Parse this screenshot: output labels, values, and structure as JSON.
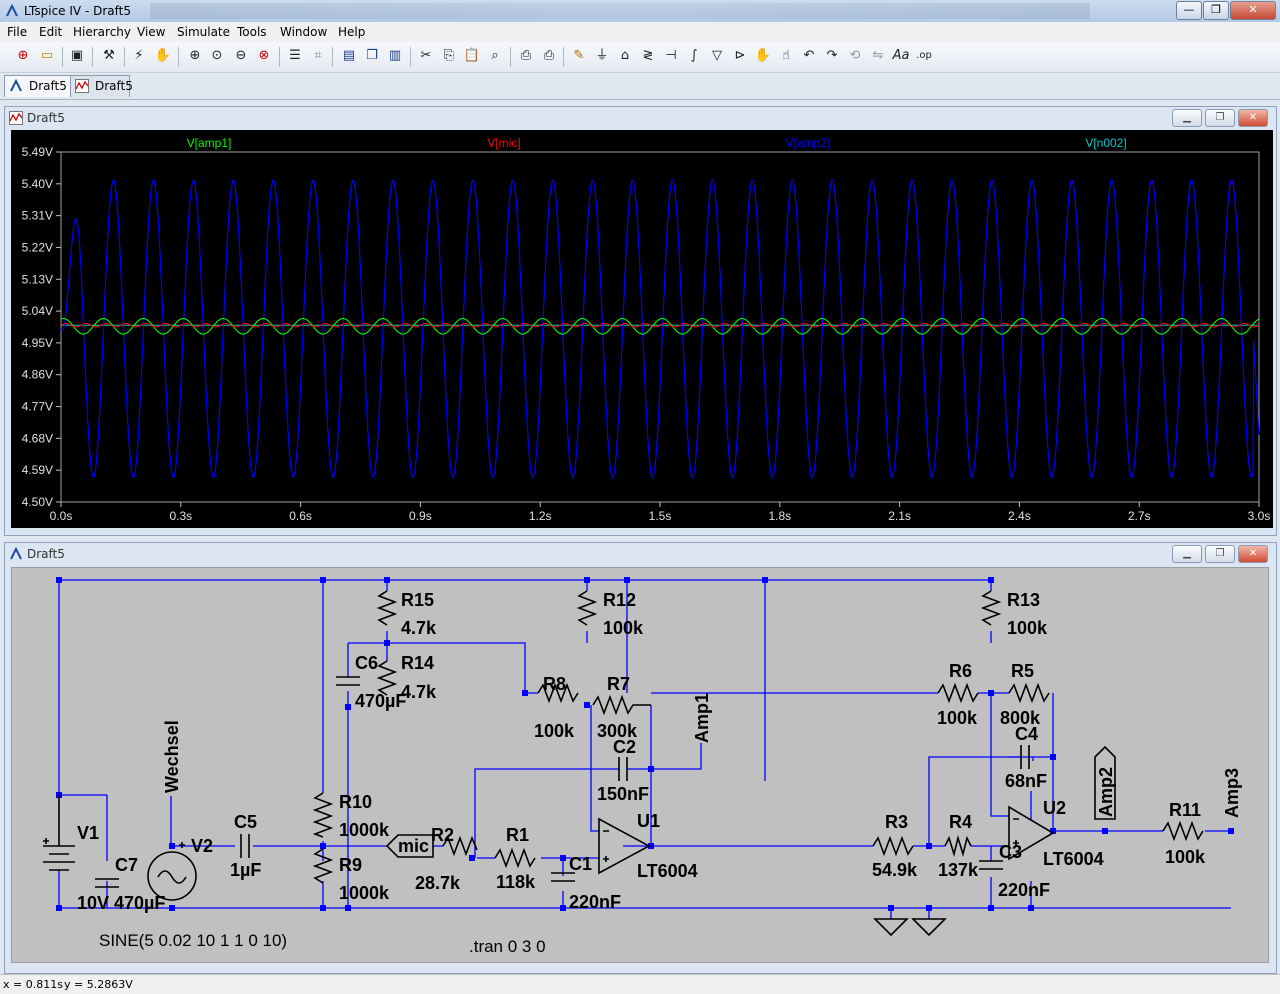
{
  "window": {
    "title": "LTspice IV - Draft5",
    "buttons": {
      "minimize": "—",
      "restore": "❐",
      "close": "✕"
    }
  },
  "menu": [
    "File",
    "Edit",
    "Hierarchy",
    "View",
    "Simulate",
    "Tools",
    "Window",
    "Help"
  ],
  "toolbar_icons": [
    "new-schematic",
    "open",
    "save",
    "control-panel",
    "run",
    "halt",
    "zoom-in",
    "pan",
    "zoom-out",
    "zoom-cancel",
    "autorange",
    "fit",
    "tile-horizontal",
    "cascade",
    "tile-vertical",
    "cut",
    "copy",
    "paste",
    "find",
    "print-preview",
    "print",
    "draw-wire",
    "ground",
    "label-net",
    "resistor",
    "capacitor",
    "inductor",
    "diode",
    "component",
    "move",
    "drag",
    "undo",
    "redo",
    "rotate",
    "mirror",
    "text",
    "spice-directive"
  ],
  "tabs": [
    {
      "label": "Draft5",
      "icon": "schematic-icon",
      "active": true
    },
    {
      "label": "Draft5",
      "icon": "waveform-icon",
      "active": false
    }
  ],
  "waveform_pane": {
    "title": "Draft5"
  },
  "schematic_pane": {
    "title": "Draft5"
  },
  "chart_data": {
    "type": "line",
    "background": "#000000",
    "series": [
      {
        "name": "V[amp1]",
        "color": "#00ff00",
        "description": "sinusoid around 4.997V, amplitude ~0.02V, ~10Hz"
      },
      {
        "name": "V[mic]",
        "color": "#ff0000",
        "description": "small ripple around 5.00V, amplitude ~0.005V, ~10Hz"
      },
      {
        "name": "V[amp2]",
        "color": "#0000ff",
        "description": "sinusoid around 4.99V, amplitude ~0.42V, ~10Hz"
      },
      {
        "name": "V[n002]",
        "color": "#00c8c8",
        "description": "flat around 5.00V"
      }
    ],
    "amp2": {
      "offset": 4.99,
      "amplitude": 0.42,
      "frequency_hz": 10,
      "first_peak": 5.43
    },
    "amp1": {
      "offset": 4.997,
      "amplitude": 0.022,
      "frequency_hz": 10
    },
    "mic": {
      "offset": 5.0,
      "amplitude": 0.005,
      "frequency_hz": 10
    },
    "n002": {
      "value": 5.0
    },
    "x_ticks": [
      "0.0s",
      "0.3s",
      "0.6s",
      "0.9s",
      "1.2s",
      "1.5s",
      "1.8s",
      "2.1s",
      "2.4s",
      "2.7s",
      "3.0s"
    ],
    "y_ticks": [
      "5.49V",
      "5.40V",
      "5.31V",
      "5.22V",
      "5.13V",
      "5.04V",
      "4.95V",
      "4.86V",
      "4.77V",
      "4.68V",
      "4.59V",
      "4.50V"
    ],
    "xlim": [
      0,
      3.0
    ],
    "ylim": [
      4.5,
      5.49
    ],
    "grid": false
  },
  "schematic": {
    "labels": {
      "R15": "R15",
      "R15v": "4.7k",
      "R12": "R12",
      "R12v": "100k",
      "R13": "R13",
      "R13v": "100k",
      "C6": "C6",
      "C6v": "470µF",
      "R14": "R14",
      "R14v": "4.7k",
      "R8": "R8",
      "R8v": "100k",
      "R7": "R7",
      "R7v": "300k",
      "R6": "R6",
      "R6v": "100k",
      "R5": "R5",
      "R5v": "800k",
      "C2": "C2",
      "C2v": "150nF",
      "C4": "C4",
      "C4v": "68nF",
      "Amp1": "Amp1",
      "Amp2": "Amp2",
      "Amp3": "Amp3",
      "Wechsel": "Wechsel",
      "V1": "V1",
      "V1v": "10V",
      "C7": "C7",
      "C7v": "470µF",
      "V2": "V2",
      "C5": "C5",
      "C5v": "1µF",
      "R10": "R10",
      "R10v": "1000k",
      "R9": "R9",
      "R9v": "1000k",
      "mic": "mic",
      "R2": "R2",
      "R2v": "28.7k",
      "R1": "R1",
      "R1v": "118k",
      "C1": "C1",
      "C1v": "220nF",
      "U1": "U1",
      "U1v": "LT6004",
      "R3": "R3",
      "R3v": "54.9k",
      "R4": "R4",
      "R4v": "137k",
      "C3": "C3",
      "C3v": "220nF",
      "U2": "U2",
      "U2v": "LT6004",
      "R11": "R11",
      "R11v": "100k",
      "sine": "SINE(5 0.02 10 1 1 0 10)",
      "tran": ".tran 0 3 0"
    }
  },
  "status": {
    "x": "x = 0.811s",
    "y": "y = 5.2863V"
  }
}
